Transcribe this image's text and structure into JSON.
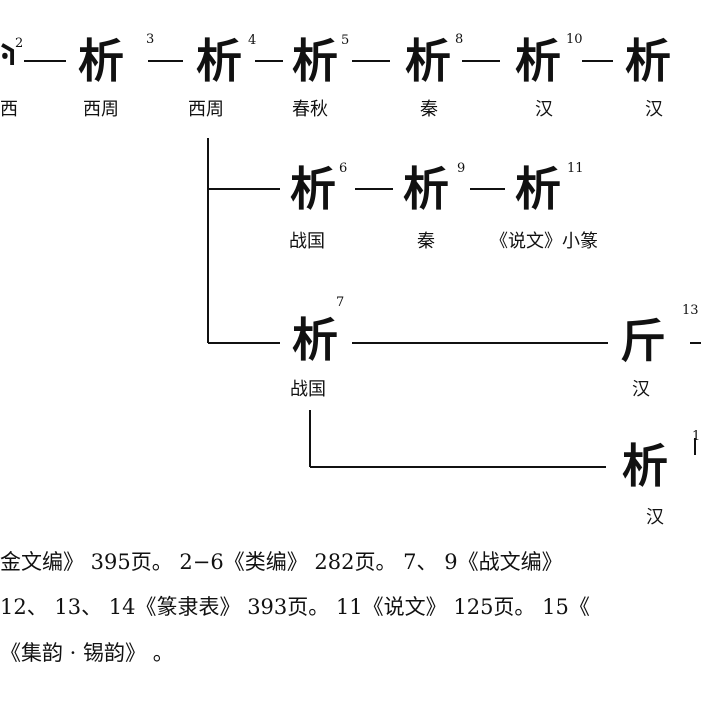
{
  "row1": {
    "glyphs": [
      "⸅",
      "析",
      "析",
      "析",
      "析",
      "析",
      "析"
    ],
    "numbers": [
      "2",
      "3",
      "4",
      "5",
      "8",
      "10",
      ""
    ],
    "eras": [
      "西",
      "西周",
      "西周",
      "春秋",
      "秦",
      "汉",
      "汉"
    ]
  },
  "row2": {
    "glyphs": [
      "析",
      "析",
      "析"
    ],
    "numbers": [
      "6",
      "9",
      "11"
    ],
    "eras": [
      "战国",
      "秦",
      "《说文》小篆"
    ]
  },
  "row3": {
    "glyphs": [
      "析",
      "斤"
    ],
    "numbers": [
      "7",
      "13"
    ],
    "eras": [
      "战国",
      "汉"
    ]
  },
  "row4": {
    "glyphs": [
      "析"
    ],
    "numbers": [
      "1"
    ],
    "eras": [
      "汉"
    ]
  },
  "notes": {
    "line1": "金文编》 395页。 2−6《类编》 282页。 7、 9《战文编》",
    "line2": "12、 13、 14《篆隶表》 393页。 11《说文》 125页。 15《",
    "line3": "《集韵 · 锡韵》 。"
  }
}
